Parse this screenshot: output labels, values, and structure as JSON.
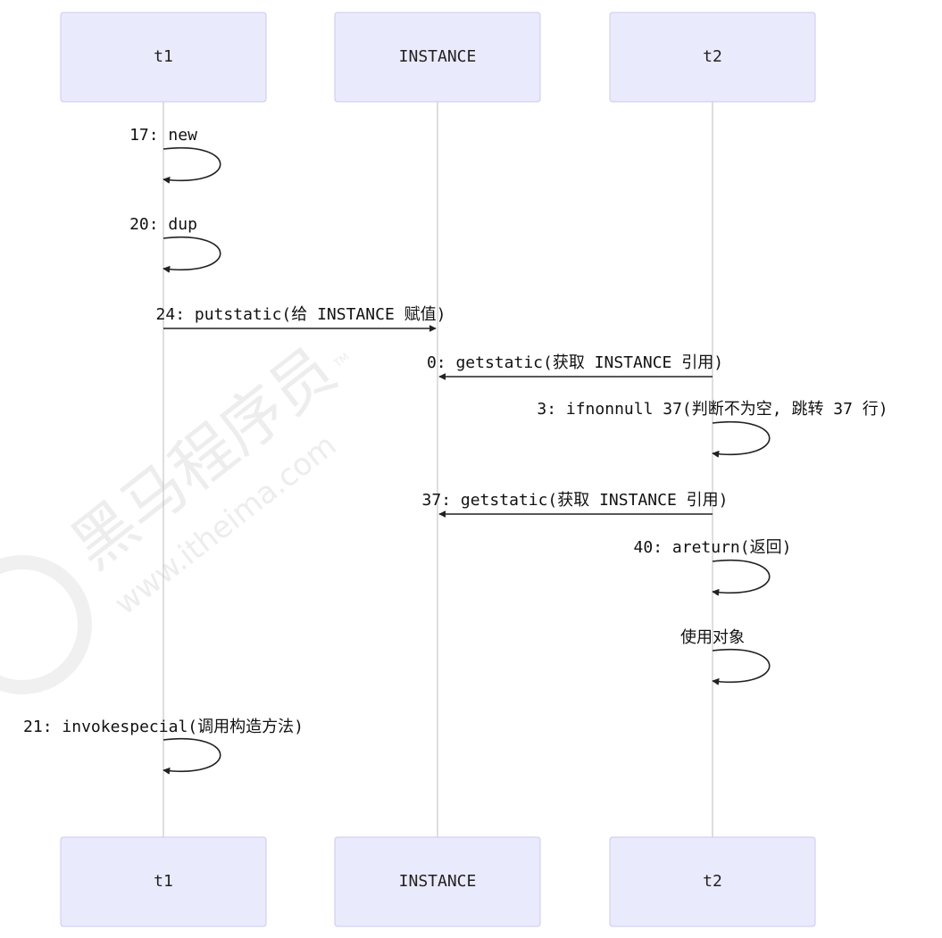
{
  "participants": [
    {
      "id": "t1",
      "label": "t1"
    },
    {
      "id": "instance",
      "label": "INSTANCE"
    },
    {
      "id": "t2",
      "label": "t2"
    }
  ],
  "messages": [
    {
      "from": "t1",
      "to": "t1",
      "label": "17: new"
    },
    {
      "from": "t1",
      "to": "t1",
      "label": "20: dup"
    },
    {
      "from": "t1",
      "to": "instance",
      "label": "24: putstatic(给 INSTANCE 赋值)"
    },
    {
      "from": "t2",
      "to": "instance",
      "label": "0: getstatic(获取 INSTANCE 引用)"
    },
    {
      "from": "t2",
      "to": "t2",
      "label": "3: ifnonnull 37(判断不为空, 跳转 37 行)"
    },
    {
      "from": "t2",
      "to": "instance",
      "label": "37: getstatic(获取 INSTANCE 引用)"
    },
    {
      "from": "t2",
      "to": "t2",
      "label": "40: areturn(返回)"
    },
    {
      "from": "t2",
      "to": "t2",
      "label": "使用对象"
    },
    {
      "from": "t1",
      "to": "t1",
      "label": "21: invokespecial(调用构造方法)"
    }
  ],
  "watermark": {
    "brand": "黑马程序员",
    "url": "www.itheima.com",
    "tm": "TM"
  }
}
